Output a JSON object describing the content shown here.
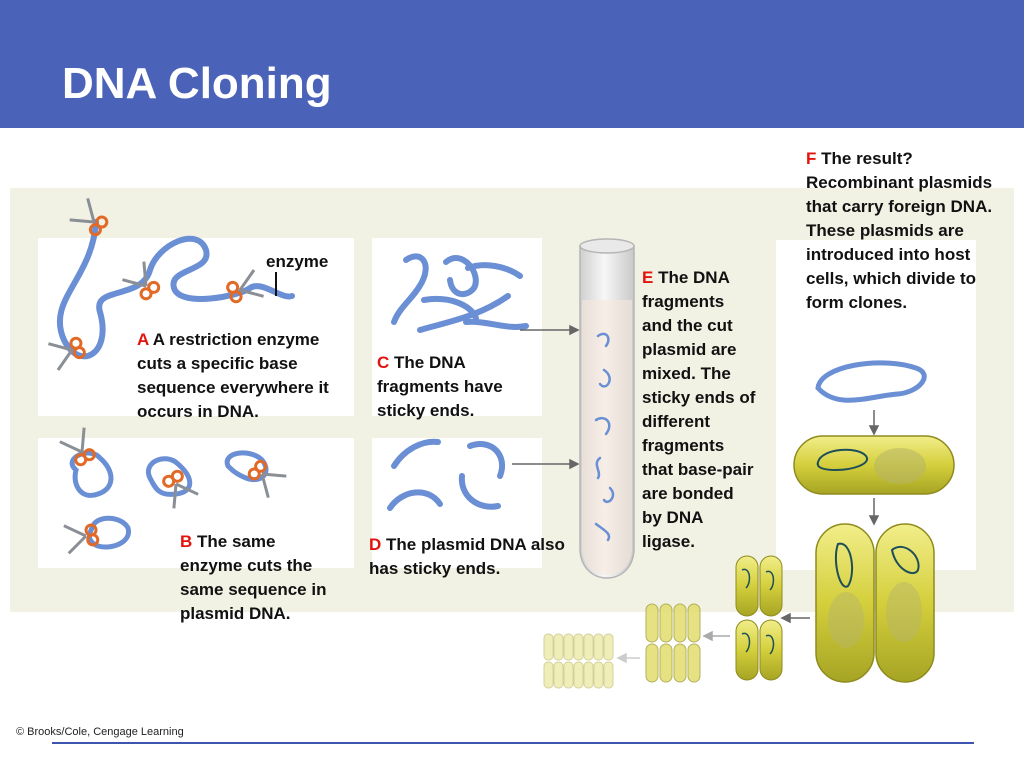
{
  "slide": {
    "title": "DNA Cloning"
  },
  "labels": {
    "enzyme": "enzyme",
    "A": {
      "letter": "A",
      "text": "A restriction enzyme cuts a specific base sequence everywhere it occurs in DNA."
    },
    "B": {
      "letter": "B",
      "text": "The same enzyme cuts the same sequence in plasmid DNA."
    },
    "C": {
      "letter": "C",
      "text": "The DNA fragments have sticky ends."
    },
    "D": {
      "letter": "D",
      "text": "The plasmid DNA also has sticky ends."
    },
    "E": {
      "letter": "E",
      "text": "The DNA fragments and the cut plasmid are mixed. The sticky ends of different fragments that base-pair are bonded by DNA ligase."
    },
    "F": {
      "letter": "F",
      "text": "The result? Recombinant plasmids that carry foreign DNA. These plasmids are introduced into host cells, which divide to form clones."
    }
  },
  "footer": {
    "copyright": "© Brooks/Cole, Cengage Learning"
  },
  "colors": {
    "title_bar": "#4a63b8",
    "step_letter": "#e3140e",
    "dna_strand": "#6b8fd4",
    "bacterium": "#d7d34a",
    "scissor_handle": "#e06a26"
  },
  "icons": [
    "scissors-icon",
    "arrow-right-icon",
    "arrow-down-icon",
    "arrow-left-icon"
  ]
}
